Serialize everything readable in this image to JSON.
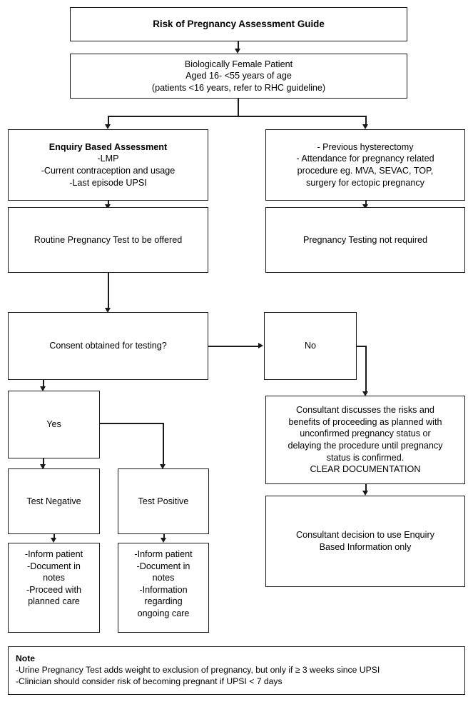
{
  "document": {
    "title": "Risk of Pregnancy Assessment Guide",
    "type": "clinical-flowchart"
  },
  "nodes": {
    "title_box": "Risk of Pregnancy Assessment Guide",
    "patient_box": "Biologically  Female Patient\nAged 16- <55 years of age\n(patients <16 years, refer to RHC guideline)",
    "enquiry_heading": "Enquiry Based Assessment",
    "enquiry_body": "-LMP\n-Current contraception and usage\n-Last episode UPSI",
    "exclusion_box": "- Previous hysterectomy\n- Attendance for pregnancy related\nprocedure eg. MVA, SEVAC, TOP,\nsurgery for ectopic pregnancy",
    "routine_test_box": "Routine Pregnancy Test to be offered",
    "no_testing_box": "Pregnancy Testing not required",
    "consent_box": "Consent obtained for testing?",
    "no_box": "No",
    "yes_box": "Yes",
    "consultant_discuss_box": "Consultant discusses the risks and\nbenefits of proceeding as planned  with\nunconfirmed pregnancy status or\ndelaying  the procedure until  pregnancy\nstatus is confirmed.\nCLEAR DOCUMENTATION",
    "consultant_decision_box": "Consultant decision to use Enquiry\nBased Information only",
    "test_negative_box": "Test Negative",
    "test_positive_box": "Test Positive",
    "negative_actions_box": "-Inform patient\n-Document in\nnotes\n-Proceed with\nplanned  care",
    "positive_actions_box": "-Inform patient\n-Document in\nnotes\n-Information\nregarding\nongoing care"
  },
  "note": {
    "heading": "Note",
    "line1": "-Urine Pregnancy Test adds weight to exclusion of pregnancy, but only if ≥ 3 weeks since UPSI",
    "line2": "-Clinician should consider risk of becoming pregnant if UPSI < 7 days"
  },
  "colors": {
    "border": "#1a1a1a",
    "text": "#000000",
    "background": "#ffffff"
  }
}
